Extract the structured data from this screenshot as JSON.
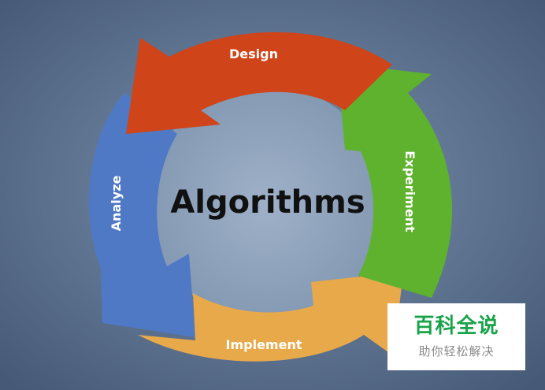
{
  "diagram": {
    "center_label": "Algorithms",
    "stages": [
      {
        "id": "design",
        "label": "Design",
        "color": "#cf4419"
      },
      {
        "id": "experiment",
        "label": "Experiment",
        "color": "#5fb22d"
      },
      {
        "id": "implement",
        "label": "Implement",
        "color": "#e8a94a"
      },
      {
        "id": "analyze",
        "label": "Analyze",
        "color": "#4f79c5"
      }
    ],
    "background_color": "#4f6584",
    "center_color": "#91a5be"
  },
  "watermark": {
    "title": "百科全说",
    "subtitle": "助你轻松解决"
  }
}
